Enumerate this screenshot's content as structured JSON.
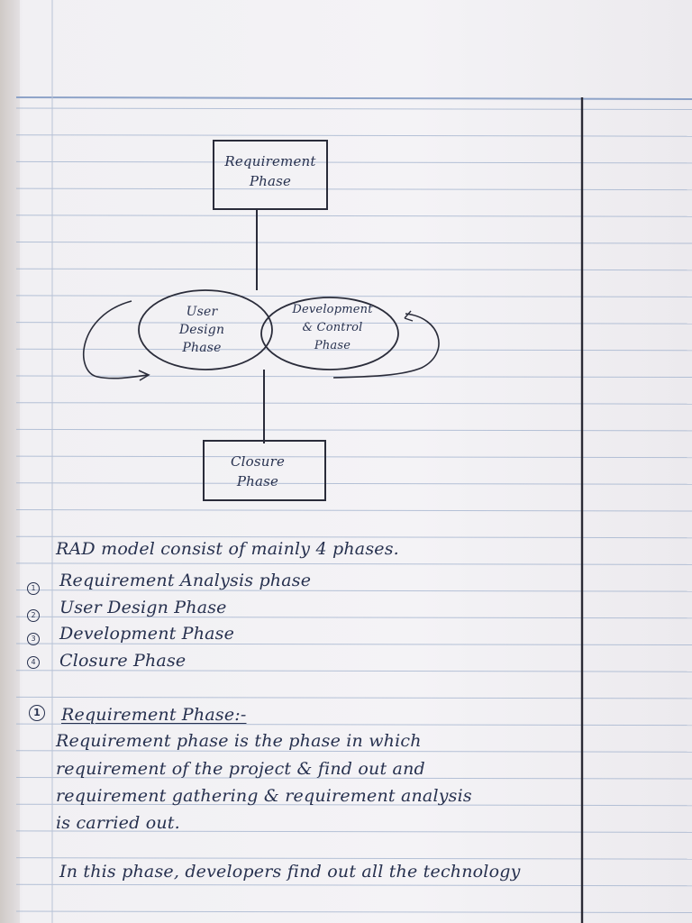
{
  "diagram": {
    "requirement_box": [
      "Requirement",
      "Phase"
    ],
    "user_design_oval": [
      "User",
      "Design",
      "Phase"
    ],
    "development_oval": [
      "Development",
      "& Control",
      "Phase"
    ],
    "closure_box": [
      "Closure",
      "Phase"
    ]
  },
  "notes": {
    "intro": "RAD model consist of mainly 4 phases.",
    "list": [
      {
        "marker": "1",
        "text": "Requirement Analysis phase"
      },
      {
        "marker": "2",
        "text": "User Design Phase"
      },
      {
        "marker": "3",
        "text": "Development Phase"
      },
      {
        "marker": "4",
        "text": "Closure Phase"
      }
    ],
    "section_marker": "1",
    "section_heading": "Requirement Phase:-",
    "paragraph": [
      "Requirement phase is the phase in which",
      "requirement of the project & find out and",
      "requirement gathering & requirement analysis",
      "is carried out."
    ],
    "last_line": "In this phase, developers find out all the technology"
  }
}
